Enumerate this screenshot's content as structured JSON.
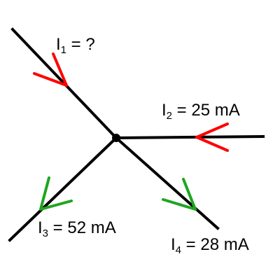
{
  "currents": [
    {
      "id": "I1",
      "symbol": "I",
      "subscript": "1",
      "value_text": " = ?",
      "value_mA": null,
      "direction": "in",
      "arrow_color": "#ff0000"
    },
    {
      "id": "I2",
      "symbol": "I",
      "subscript": "2",
      "value_text": " = 25 mA",
      "value_mA": 25,
      "direction": "in",
      "arrow_color": "#ff0000"
    },
    {
      "id": "I3",
      "symbol": "I",
      "subscript": "3",
      "value_text": " = 52 mA",
      "value_mA": 52,
      "direction": "out",
      "arrow_color": "#1fa61f"
    },
    {
      "id": "I4",
      "symbol": "I",
      "subscript": "4",
      "value_text": " = 28 mA",
      "value_mA": 28,
      "direction": "out",
      "arrow_color": "#1fa61f"
    }
  ],
  "colors": {
    "wire": "#000000",
    "incoming_arrow": "#ff0000",
    "outgoing_arrow": "#1fa61f"
  }
}
